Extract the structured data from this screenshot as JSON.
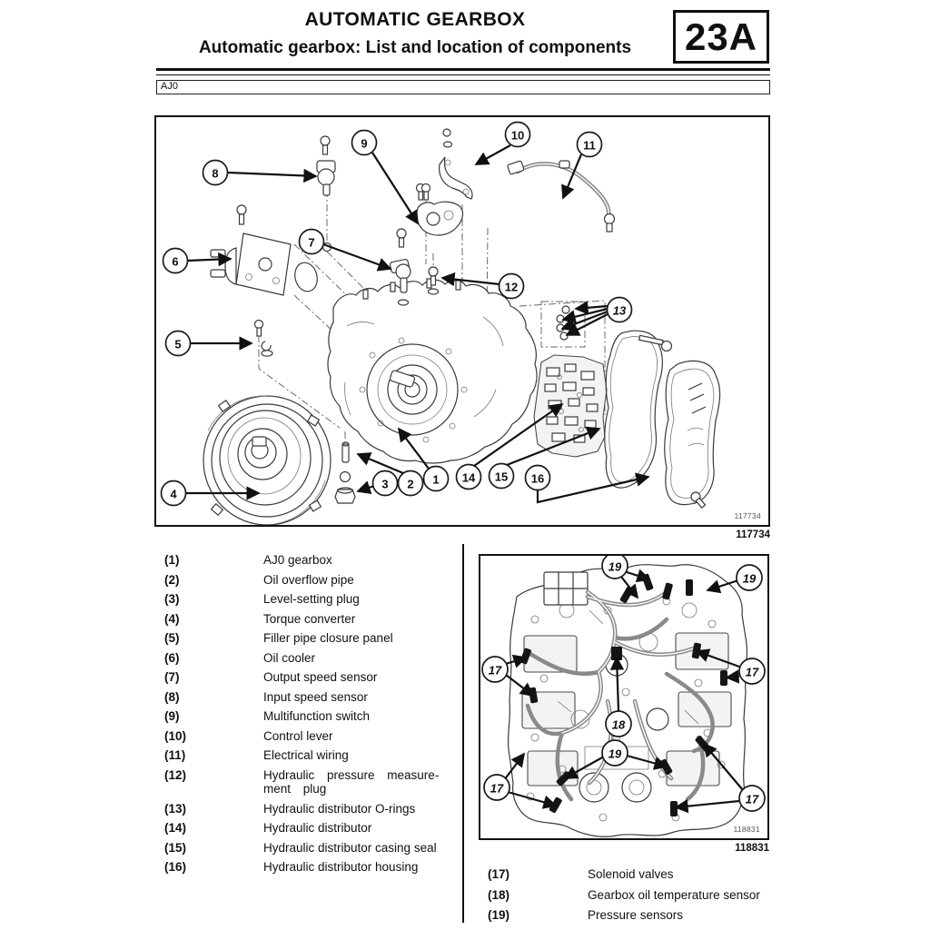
{
  "header": {
    "title": "AUTOMATIC GEARBOX",
    "subtitle": "Automatic gearbox: List and location of components",
    "section_code": "23A",
    "variant_code": "AJ0"
  },
  "figure1": {
    "ref": "117734",
    "callouts": [
      "1",
      "2",
      "3",
      "4",
      "5",
      "6",
      "7",
      "8",
      "9",
      "10",
      "11",
      "12",
      "13",
      "14",
      "15",
      "16"
    ]
  },
  "figure2": {
    "ref": "118831",
    "callouts": [
      "17",
      "18",
      "19"
    ]
  },
  "parts_list": {
    "items": [
      {
        "num": "(1)",
        "label": "AJ0 gearbox"
      },
      {
        "num": "(2)",
        "label": "Oil overflow pipe"
      },
      {
        "num": "(3)",
        "label": "Level-setting plug"
      },
      {
        "num": "(4)",
        "label": "Torque converter"
      },
      {
        "num": "(5)",
        "label": "Filler pipe closure panel"
      },
      {
        "num": "(6)",
        "label": "Oil cooler"
      },
      {
        "num": "(7)",
        "label": "Output speed sensor"
      },
      {
        "num": "(8)",
        "label": "Input speed sensor"
      },
      {
        "num": "(9)",
        "label": "Multifunction switch"
      },
      {
        "num": "(10)",
        "label": "Control lever"
      },
      {
        "num": "(11)",
        "label": "Electrical wiring"
      },
      {
        "num": "(12)",
        "label": "Hydraulic pressure measure-\nment plug"
      },
      {
        "num": "(13)",
        "label": "Hydraulic distributor O-rings"
      },
      {
        "num": "(14)",
        "label": "Hydraulic distributor"
      },
      {
        "num": "(15)",
        "label": "Hydraulic distributor casing seal"
      },
      {
        "num": "(16)",
        "label": "Hydraulic distributor housing"
      }
    ]
  },
  "parts_list2": {
    "items": [
      {
        "num": "(17)",
        "label": "Solenoid valves"
      },
      {
        "num": "(18)",
        "label": "Gearbox oil temperature sensor"
      },
      {
        "num": "(19)",
        "label": "Pressure sensors"
      }
    ]
  }
}
